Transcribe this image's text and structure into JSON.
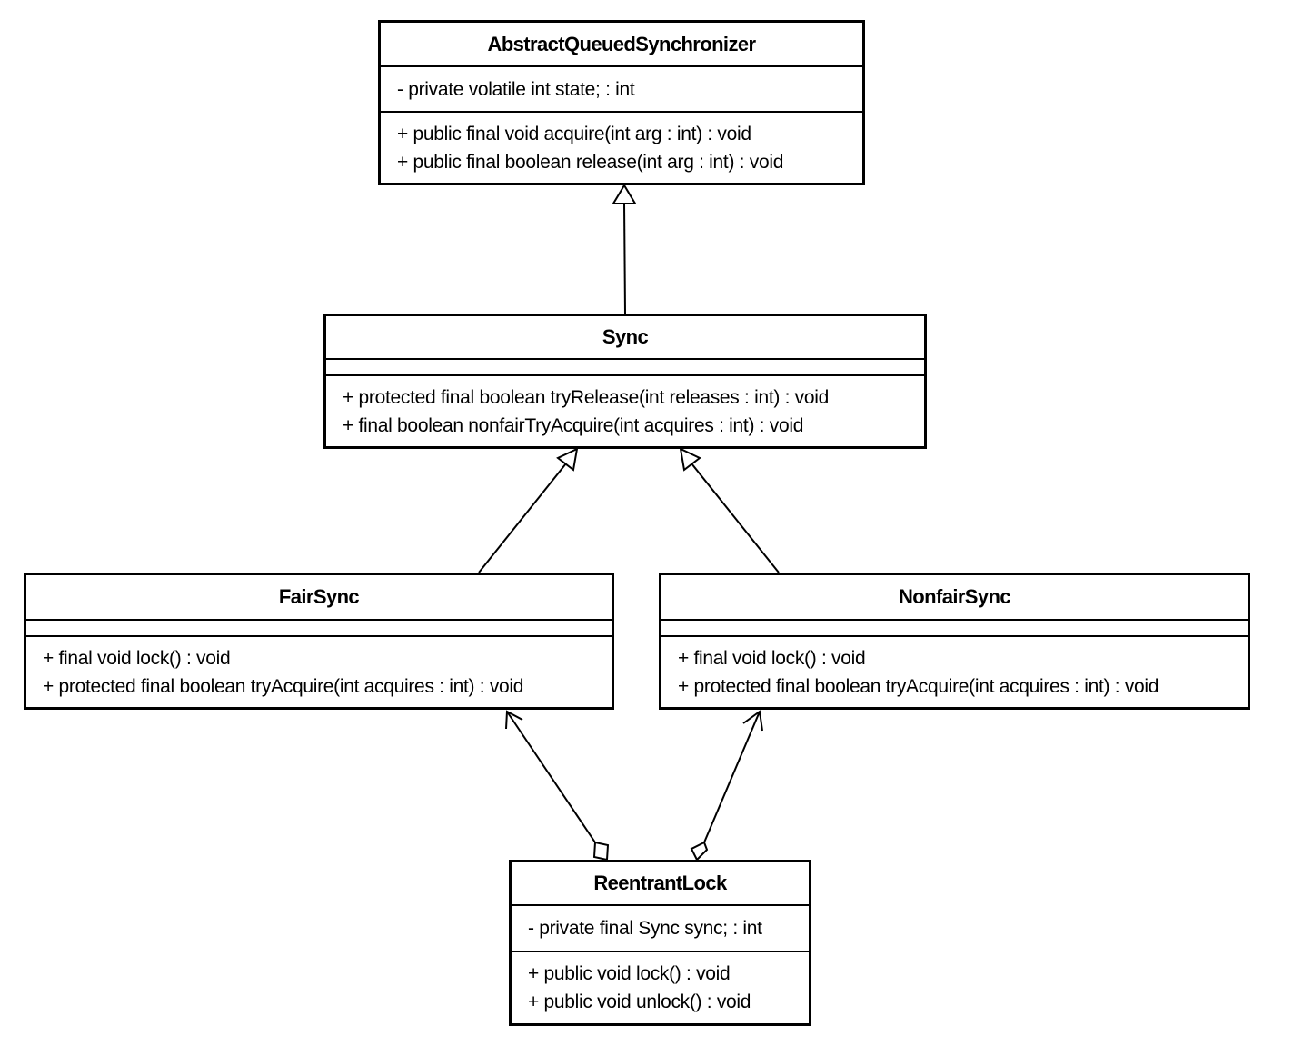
{
  "classes": {
    "aqs": {
      "name": "AbstractQueuedSynchronizer",
      "attributes": [
        "- private volatile int state; : int"
      ],
      "operations": [
        "+ public final void acquire(int arg : int) : void",
        "+ public final boolean release(int arg : int) : void"
      ]
    },
    "sync": {
      "name": "Sync",
      "attributes": [],
      "operations": [
        "+ protected final boolean tryRelease(int releases : int) : void",
        "+ final boolean nonfairTryAcquire(int acquires : int) : void"
      ]
    },
    "fair": {
      "name": "FairSync",
      "attributes": [],
      "operations": [
        "+ final void lock() : void",
        "+ protected final boolean tryAcquire(int acquires : int) : void"
      ]
    },
    "nonfair": {
      "name": "NonfairSync",
      "attributes": [],
      "operations": [
        "+ final void lock() : void",
        "+ protected final boolean tryAcquire(int acquires : int) : void"
      ]
    },
    "rl": {
      "name": "ReentrantLock",
      "attributes": [
        "- private final Sync sync; : int"
      ],
      "operations": [
        "+ public void lock() : void",
        "+ public void unlock() : void"
      ]
    }
  },
  "relationships": [
    {
      "type": "generalization",
      "from": "Sync",
      "to": "AbstractQueuedSynchronizer"
    },
    {
      "type": "generalization",
      "from": "FairSync",
      "to": "Sync"
    },
    {
      "type": "generalization",
      "from": "NonfairSync",
      "to": "Sync"
    },
    {
      "type": "aggregation",
      "from": "ReentrantLock",
      "to": "FairSync",
      "navigable": true
    },
    {
      "type": "aggregation",
      "from": "ReentrantLock",
      "to": "NonfairSync",
      "navigable": true
    }
  ]
}
